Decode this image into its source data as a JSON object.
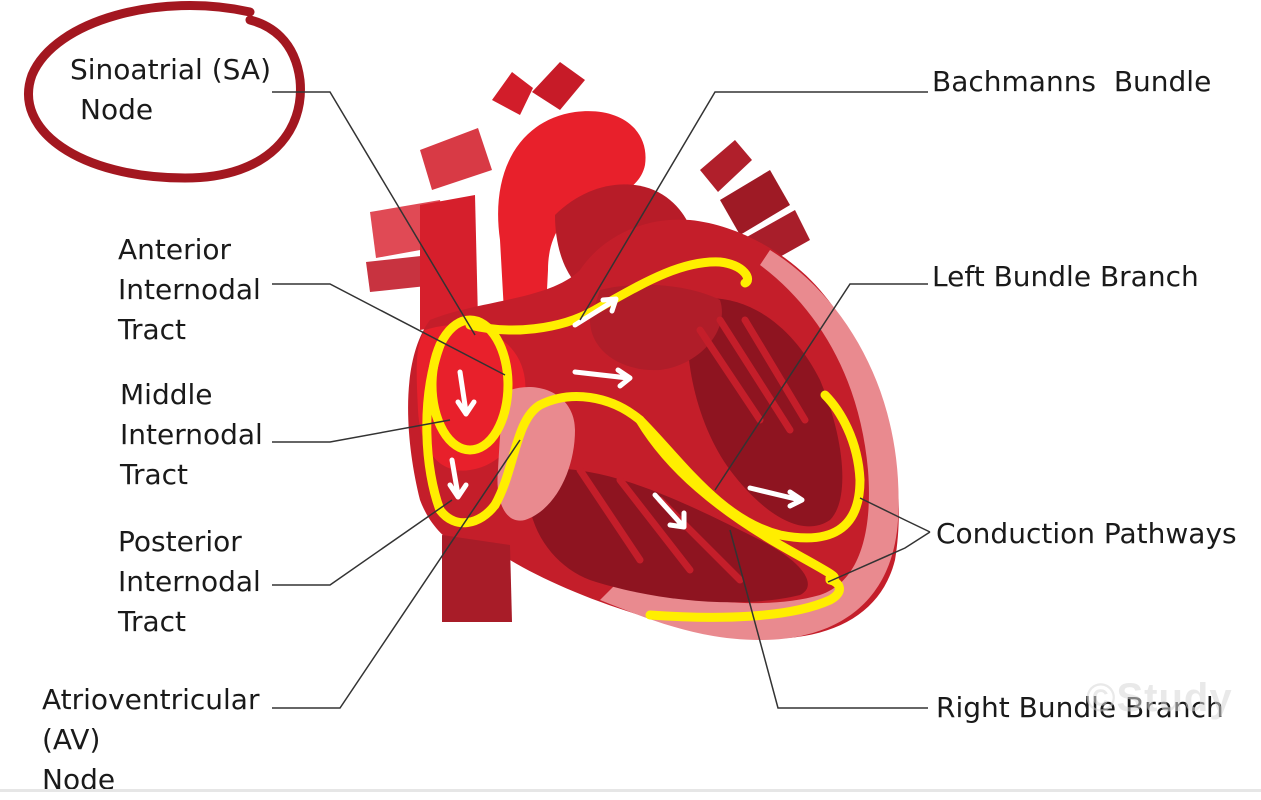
{
  "labels": {
    "sa_node": [
      "Sinoatrial (SA)",
      "Node"
    ],
    "anterior_tract": [
      "Anterior",
      "Internodal",
      "Tract"
    ],
    "middle_tract": [
      "Middle",
      "Internodal",
      "Tract"
    ],
    "posterior_tract": [
      "Posterior",
      "Internodal",
      "Tract"
    ],
    "av_node": [
      "Atrioventricular",
      "(AV)",
      "Node"
    ],
    "bachmanns_bundle": "Bachmanns  Bundle",
    "left_bundle_branch": "Left Bundle Branch",
    "conduction_pathways": "Conduction Pathways",
    "right_bundle_branch": "Right Bundle Branch"
  },
  "watermark": "©Study",
  "colors": {
    "heart_light": "#e8202b",
    "heart_mid": "#c41e2a",
    "heart_dark": "#8e1420",
    "heart_pink": "#e98a8f",
    "pathway": "#ffee00",
    "highlight_circle": "#a31720",
    "leader_line": "#333333"
  }
}
